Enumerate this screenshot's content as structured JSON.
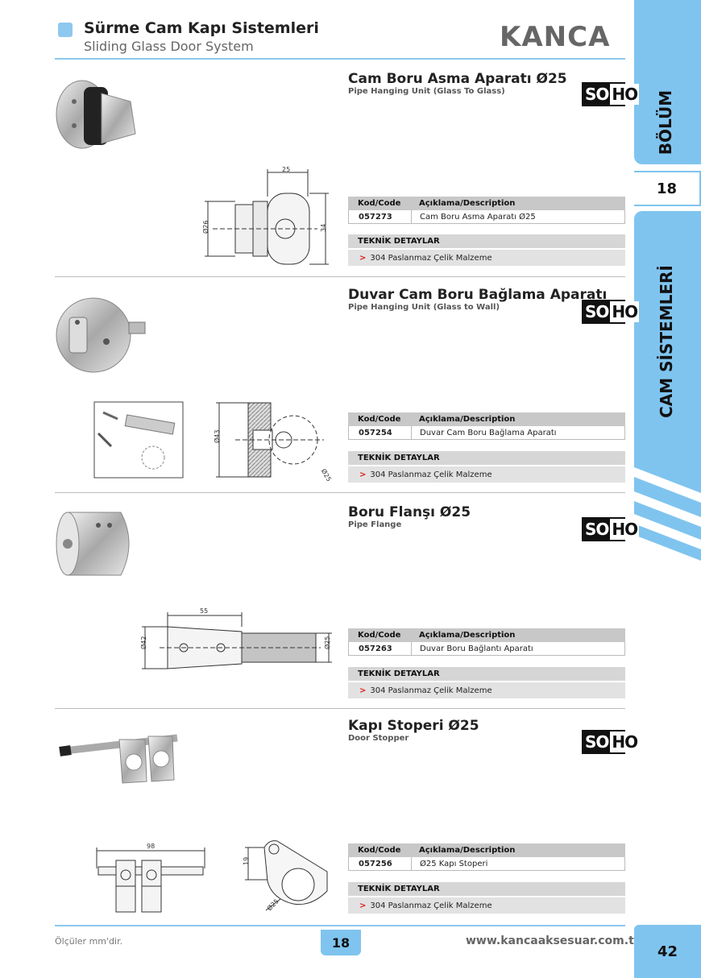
{
  "header": {
    "title": "Sürme Cam Kapı Sistemleri",
    "subtitle": "Sliding Glass Door System",
    "logo": "KANCA"
  },
  "sidebar": {
    "section_label": "BÖLÜM",
    "section_number": "18",
    "category": "CAM SİSTEMLERİ"
  },
  "products": [
    {
      "title": "Cam Boru Asma Aparatı Ø25",
      "subtitle": "Pipe Hanging Unit (Glass To Glass)",
      "badge_so": "SO",
      "badge_ho": "HO",
      "table_head_code": "Kod/Code",
      "table_head_desc": "Açıklama/Description",
      "code": "057273",
      "description": "Cam Boru Asma Aparatı Ø25",
      "tech_head": "TEKNİK DETAYLAR",
      "tech_arrow": ">",
      "tech_item": "304 Paslanmaz Çelik Malzeme",
      "dims": {
        "w": "25",
        "d": "Ø26",
        "h": "34"
      }
    },
    {
      "title": "Duvar Cam Boru Bağlama Aparatı",
      "subtitle": "Pipe Hanging Unit (Glass to Wall)",
      "badge_so": "SO",
      "badge_ho": "HO",
      "table_head_code": "Kod/Code",
      "table_head_desc": "Açıklama/Description",
      "code": "057254",
      "description": "Duvar Cam Boru Bağlama Aparatı",
      "tech_head": "TEKNİK DETAYLAR",
      "tech_arrow": ">",
      "tech_item": "304 Paslanmaz Çelik Malzeme",
      "dims": {
        "d1": "Ø43",
        "d2": "Ø25"
      }
    },
    {
      "title": "Boru Flanşı Ø25",
      "subtitle": "Pipe Flange",
      "badge_so": "SO",
      "badge_ho": "HO",
      "table_head_code": "Kod/Code",
      "table_head_desc": "Açıklama/Description",
      "code": "057263",
      "description": "Duvar Boru Bağlantı Aparatı",
      "tech_head": "TEKNİK DETAYLAR",
      "tech_arrow": ">",
      "tech_item": "304 Paslanmaz Çelik Malzeme",
      "dims": {
        "w": "55",
        "d1": "Ø42",
        "d2": "Ø25"
      }
    },
    {
      "title": "Kapı Stoperi Ø25",
      "subtitle": "Door Stopper",
      "badge_so": "SO",
      "badge_ho": "HO",
      "table_head_code": "Kod/Code",
      "table_head_desc": "Açıklama/Description",
      "code": "057256",
      "description": "Ø25 Kapı Stoperi",
      "tech_head": "TEKNİK DETAYLAR",
      "tech_arrow": ">",
      "tech_item": "304 Paslanmaz Çelik Malzeme",
      "dims": {
        "w": "98",
        "h": "19",
        "d": "Ø25"
      }
    }
  ],
  "footer": {
    "note": "Ölçüler mm'dir.",
    "chapter": "18",
    "url": "www.kancaaksesuar.com.tr",
    "page": "42"
  },
  "colors": {
    "accent": "#7fc4ef",
    "line": "#8ec8ef",
    "arrow": "#e02020"
  }
}
